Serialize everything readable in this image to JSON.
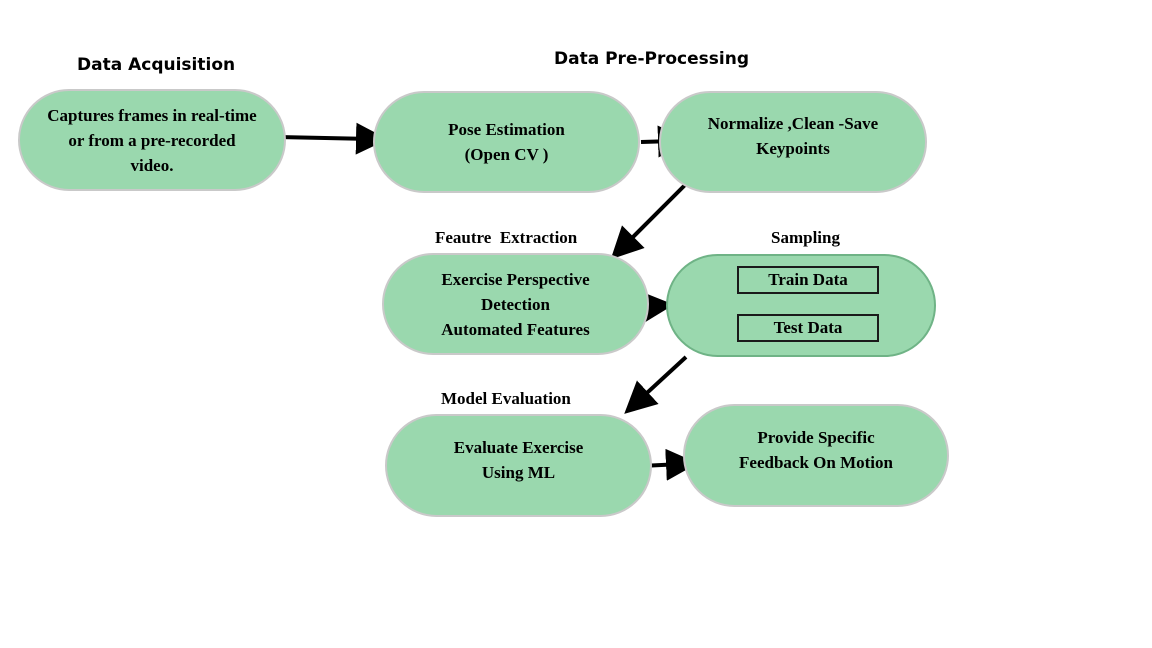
{
  "sections": {
    "acquisition": "Data Acquisition",
    "preprocessing": "Data Pre-Processing",
    "feature_extraction": "Feautre  Extraction",
    "sampling": "Sampling",
    "model_evaluation": "Model Evaluation"
  },
  "nodes": {
    "capture": [
      "Captures frames in real-time",
      "or from a pre-recorded",
      "video."
    ],
    "pose": [
      "Pose Estimation",
      "(Open CV )"
    ],
    "normalize": [
      "Normalize ,Clean -Save",
      "Keypoints"
    ],
    "exercise": [
      "Exercise Perspective",
      "Detection",
      "Automated Features"
    ],
    "sampling_train": "Train Data",
    "sampling_test": "Test Data",
    "evaluate": [
      "Evaluate Exercise",
      "Using ML"
    ],
    "feedback": [
      "Provide Specific",
      "Feedback On Motion"
    ]
  },
  "colors": {
    "node_fill": "#9ad8ae",
    "node_border": "#c9c9c9",
    "arrow": "#000000"
  }
}
